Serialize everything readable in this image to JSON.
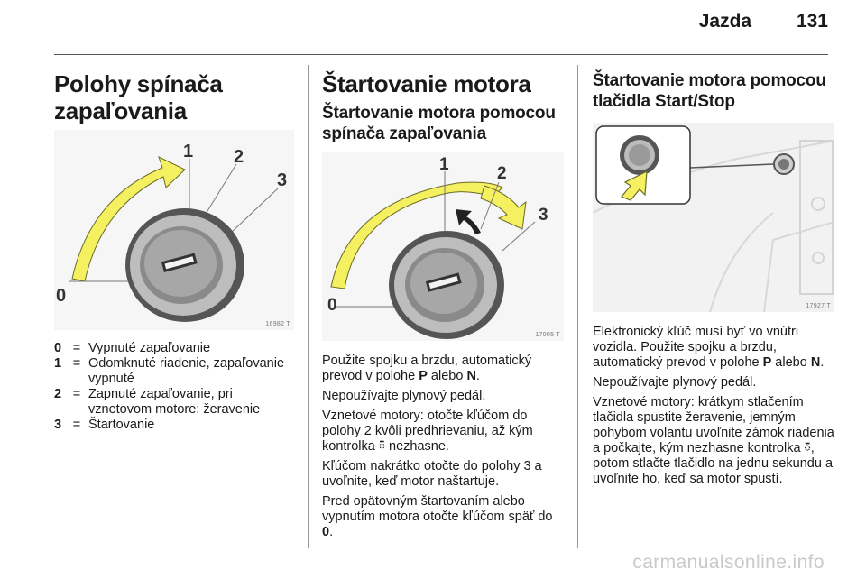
{
  "header": {
    "section": "Jazda",
    "page_number": "131"
  },
  "column1": {
    "title": "Polohy spínača zapaľovania",
    "figure": {
      "code": "16982 T",
      "labels": [
        "1",
        "2",
        "3",
        "0"
      ]
    },
    "legend": [
      {
        "key": "0",
        "eq": "=",
        "text": "Vypnuté zapaľovanie"
      },
      {
        "key": "1",
        "eq": "=",
        "text": "Odomknuté riadenie, zapaľovanie vypnuté"
      },
      {
        "key": "2",
        "eq": "=",
        "text": "Zapnuté zapaľovanie, pri vznetovom motore: žeravenie"
      },
      {
        "key": "3",
        "eq": "=",
        "text": "Štartovanie"
      }
    ]
  },
  "column2": {
    "title": "Štartovanie motora",
    "subtitle": "Štartovanie motora pomocou spínača zapaľovania",
    "figure": {
      "code": "17005 T",
      "labels": [
        "1",
        "2",
        "3",
        "0"
      ]
    },
    "p1_a": "Použite spojku a brzdu, automatický prevod v polohe ",
    "p1_b1": "P",
    "p1_c": " alebo ",
    "p1_b2": "N",
    "p1_d": ".",
    "p2": "Nepoužívajte plynový pedál.",
    "p3_a": "Vznetové motory: otočte kľúčom do polohy 2 kvôli predhrievaniu, až kým kontrolka ",
    "p3_icon": "ᰳ",
    "p3_b": " nezhasne.",
    "p4": "Kľúčom nakrátko otočte do polohy 3 a uvoľnite, keď motor naštartuje.",
    "p5_a": "Pred opätovným štartovaním alebo vypnutím motora otočte kľúčom späť do ",
    "p5_b": "0",
    "p5_c": "."
  },
  "column3": {
    "title": "Štartovanie motora pomocou tlačidla Start/Stop",
    "figure": {
      "code": "17927 T"
    },
    "p1_a": "Elektronický kľúč musí byť vo vnútri vozidla. Použite spojku a brzdu, automatický prevod v polohe ",
    "p1_b1": "P",
    "p1_c": " alebo ",
    "p1_b2": "N",
    "p1_d": ".",
    "p2": "Nepoužívajte plynový pedál.",
    "p3_a": "Vznetové motory: krátkym stlačením tlačidla spustite žeravenie, jemným pohybom volantu uvoľnite zámok riadenia a počkajte, kým nezhasne kontrolka ",
    "p3_icon": "ᰳ",
    "p3_b": ", potom stlačte tlačidlo na jednu sekundu a uvoľnite ho, keď sa motor spustí."
  },
  "watermark": "carmanualsonline.info",
  "colors": {
    "arrow_yellow": "#f5f060",
    "arrow_stroke": "#6b6b2a"
  }
}
